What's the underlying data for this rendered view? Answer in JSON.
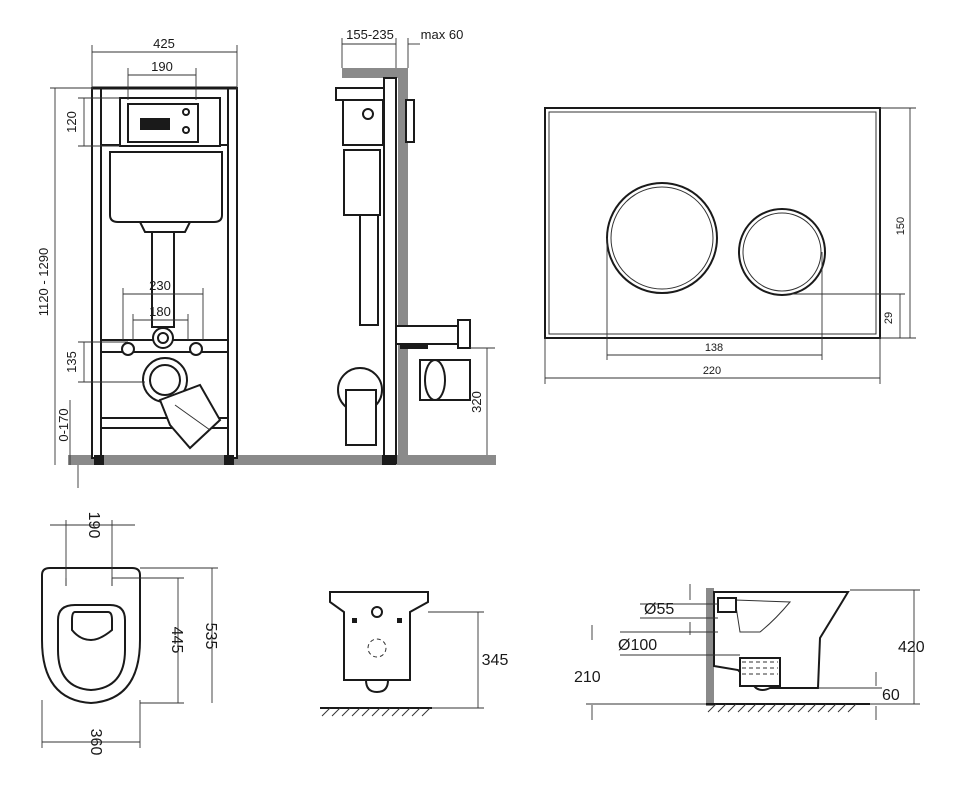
{
  "front_view": {
    "width": "425",
    "panel_width": "190",
    "panel_height": "120",
    "height_range": "1120 - 1290",
    "bolt_spacing_outer": "230",
    "bolt_spacing_inner": "180",
    "outlet_height": "135",
    "floor_adjust": "0-170"
  },
  "side_view": {
    "wall_depth": "155-235",
    "max_depth": "max 60",
    "outlet_height": "320"
  },
  "flush_plate": {
    "width": "220",
    "height": "150",
    "button_span": "138",
    "button_offset": "29"
  },
  "bowl_top": {
    "bolt_spacing": "190",
    "mount_length": "445",
    "total_length": "535",
    "width": "360"
  },
  "bowl_front": {
    "height": "345"
  },
  "bowl_side": {
    "inlet_diameter": "Ø55",
    "outlet_diameter": "Ø100",
    "outlet_height": "210",
    "height": "420",
    "base_offset": "60"
  }
}
